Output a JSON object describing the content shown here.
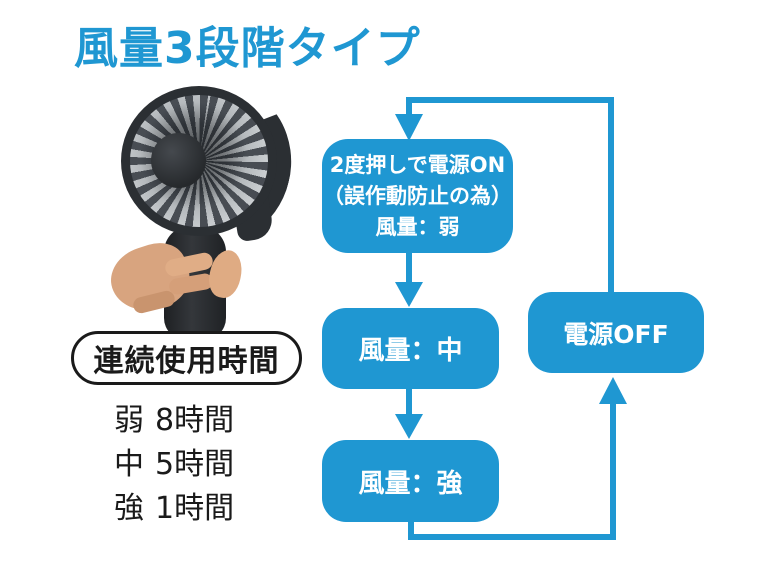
{
  "colors": {
    "accent": "#1f97d2",
    "text": "#1a1a1a"
  },
  "title": "風量3段階タイプ",
  "flow": {
    "step1": {
      "line1": "2度押しで電源ON",
      "line2": "（誤作動防止の為）",
      "line3": "風量：弱"
    },
    "step2": "風量：中",
    "step3": "風量：強",
    "power_off": "電源OFF"
  },
  "usage": {
    "label": "連続使用時間",
    "rows": [
      {
        "mode": "弱",
        "time": "8時間"
      },
      {
        "mode": "中",
        "time": "5時間"
      },
      {
        "mode": "強",
        "time": "1時間"
      }
    ]
  }
}
